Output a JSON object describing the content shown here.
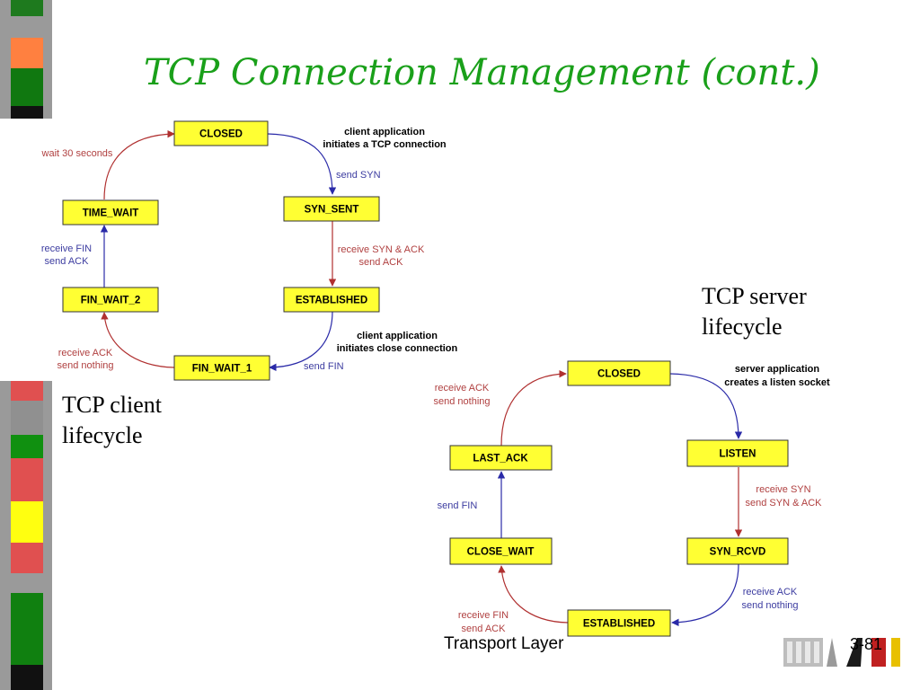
{
  "slide": {
    "title": "TCP Connection Management (cont.)",
    "footer": "Transport Layer",
    "page_number": "3-81"
  },
  "client": {
    "caption_line1": "TCP client",
    "caption_line2": "lifecycle",
    "states": {
      "closed": "CLOSED",
      "syn_sent": "SYN_SENT",
      "established": "ESTABLISHED",
      "fin_wait_1": "FIN_WAIT_1",
      "fin_wait_2": "FIN_WAIT_2",
      "time_wait": "TIME_WAIT"
    },
    "labels": {
      "initiates_1": "client application",
      "initiates_2": "initiates a TCP connection",
      "send_syn": "send SYN",
      "recv_synack_1": "receive SYN & ACK",
      "recv_synack_2": "send ACK",
      "close_1": "client application",
      "close_2": "initiates close connection",
      "send_fin": "send FIN",
      "recv_ack_1": "receive  ACK",
      "recv_ack_2": "send nothing",
      "recv_fin_1": "receive FIN",
      "recv_fin_2": "send ACK",
      "wait": "wait 30 seconds"
    }
  },
  "server": {
    "caption_line1": "TCP server",
    "caption_line2": "lifecycle",
    "states": {
      "closed": "CLOSED",
      "listen": "LISTEN",
      "syn_rcvd": "SYN_RCVD",
      "established": "ESTABLISHED",
      "close_wait": "CLOSE_WAIT",
      "last_ack": "LAST_ACK"
    },
    "labels": {
      "listen_1": "server application",
      "listen_2": "creates a listen socket",
      "recv_syn_1": "receive SYN",
      "recv_syn_2": "send SYN & ACK",
      "recv_ack_1": "receive  ACK",
      "recv_ack_2": "send nothing",
      "recv_fin_1": "receive FIN",
      "recv_fin_2": "send ACK",
      "send_fin": "send FIN",
      "last_ack_1": "receive  ACK",
      "last_ack_2": "send nothing"
    }
  },
  "colors": {
    "title_green": "#1aa01a",
    "state_fill": "#ffff33",
    "arrow_blue": "#2a2aa8",
    "arrow_red": "#b03030",
    "label_blue": "#3c3ca0",
    "label_red": "#b04040"
  }
}
